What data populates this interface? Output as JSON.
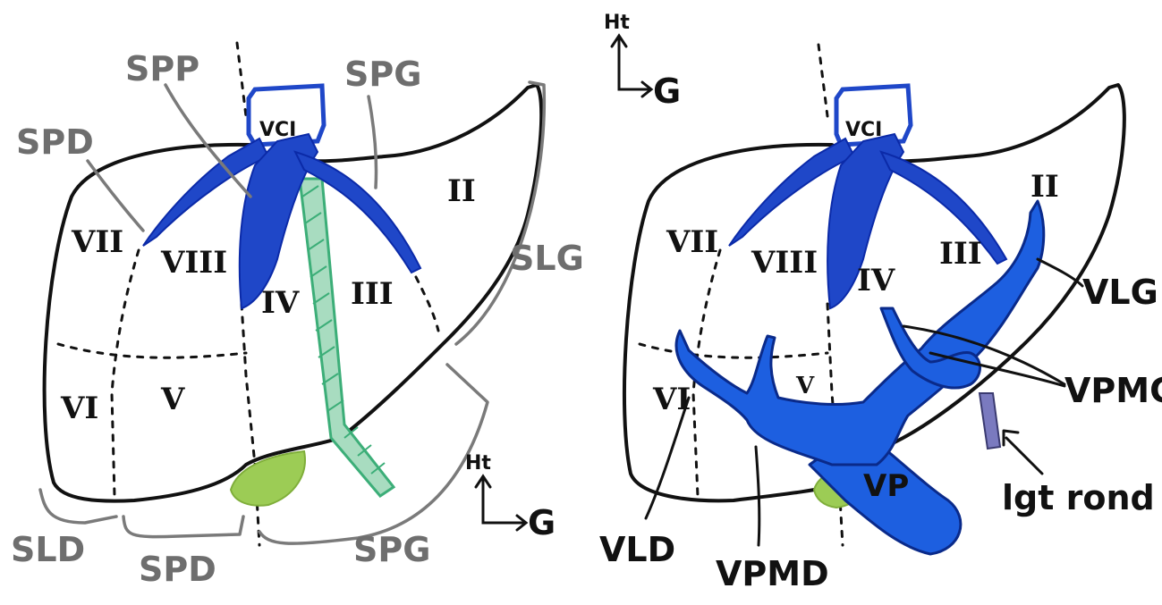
{
  "colors": {
    "hepatic_veins": "#1f47c8",
    "portal_vein": "#1d5fe0",
    "gallbladder": "#8fc445",
    "umbilical_fissure": "#4cbb85",
    "round_ligament": "#6e6ea8",
    "sector_labels": "#6e6e6e"
  },
  "left_panel": {
    "labels": {
      "spd": "SPD",
      "spp": "SPP",
      "spg_top": "SPG",
      "slg": "SLG",
      "sld": "SLD",
      "spd_bottom": "SPD",
      "spg_bottom": "SPG",
      "vci": "VCI"
    },
    "segments": {
      "s2": "II",
      "s3": "III",
      "s4": "IV",
      "s5": "V",
      "s6": "VI",
      "s7": "VII",
      "s8": "VIII"
    },
    "orientation": {
      "up": "Ht",
      "right": "G"
    }
  },
  "right_panel": {
    "orientation": {
      "up": "Ht",
      "right": "G"
    },
    "labels": {
      "vci": "VCI",
      "vlg": "VLG",
      "vpmg": "VPMG",
      "lgt_rond": "lgt rond",
      "vp": "VP",
      "vld": "VLD",
      "vpmd": "VPMD"
    },
    "segments": {
      "s2": "II",
      "s3": "III",
      "s4": "IV",
      "s5": "V",
      "s6": "VI",
      "s7": "VII",
      "s8": "VIII"
    }
  }
}
